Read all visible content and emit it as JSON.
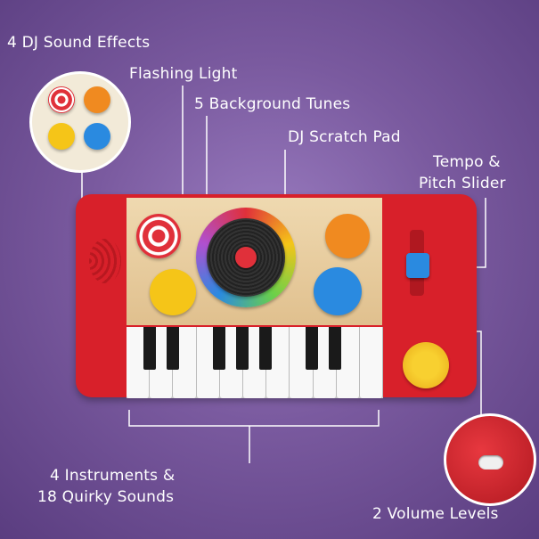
{
  "labels": {
    "dj_effects": "4 DJ Sound Effects",
    "flashing_light": "Flashing Light",
    "background_tunes": "5 Background Tunes",
    "scratch_pad": "DJ Scratch Pad",
    "tempo_line1": "Tempo &",
    "tempo_line2": "Pitch Slider",
    "instruments_line1": "4 Instruments &",
    "instruments_line2": "18 Quirky Sounds",
    "volume": "2 Volume Levels"
  },
  "colors": {
    "toy_red": "#d8202a",
    "button_red": "#e0303a",
    "button_orange": "#f08a20",
    "button_yellow": "#f5c518",
    "button_blue": "#2a8ae0",
    "background": "#7a5a9f"
  }
}
